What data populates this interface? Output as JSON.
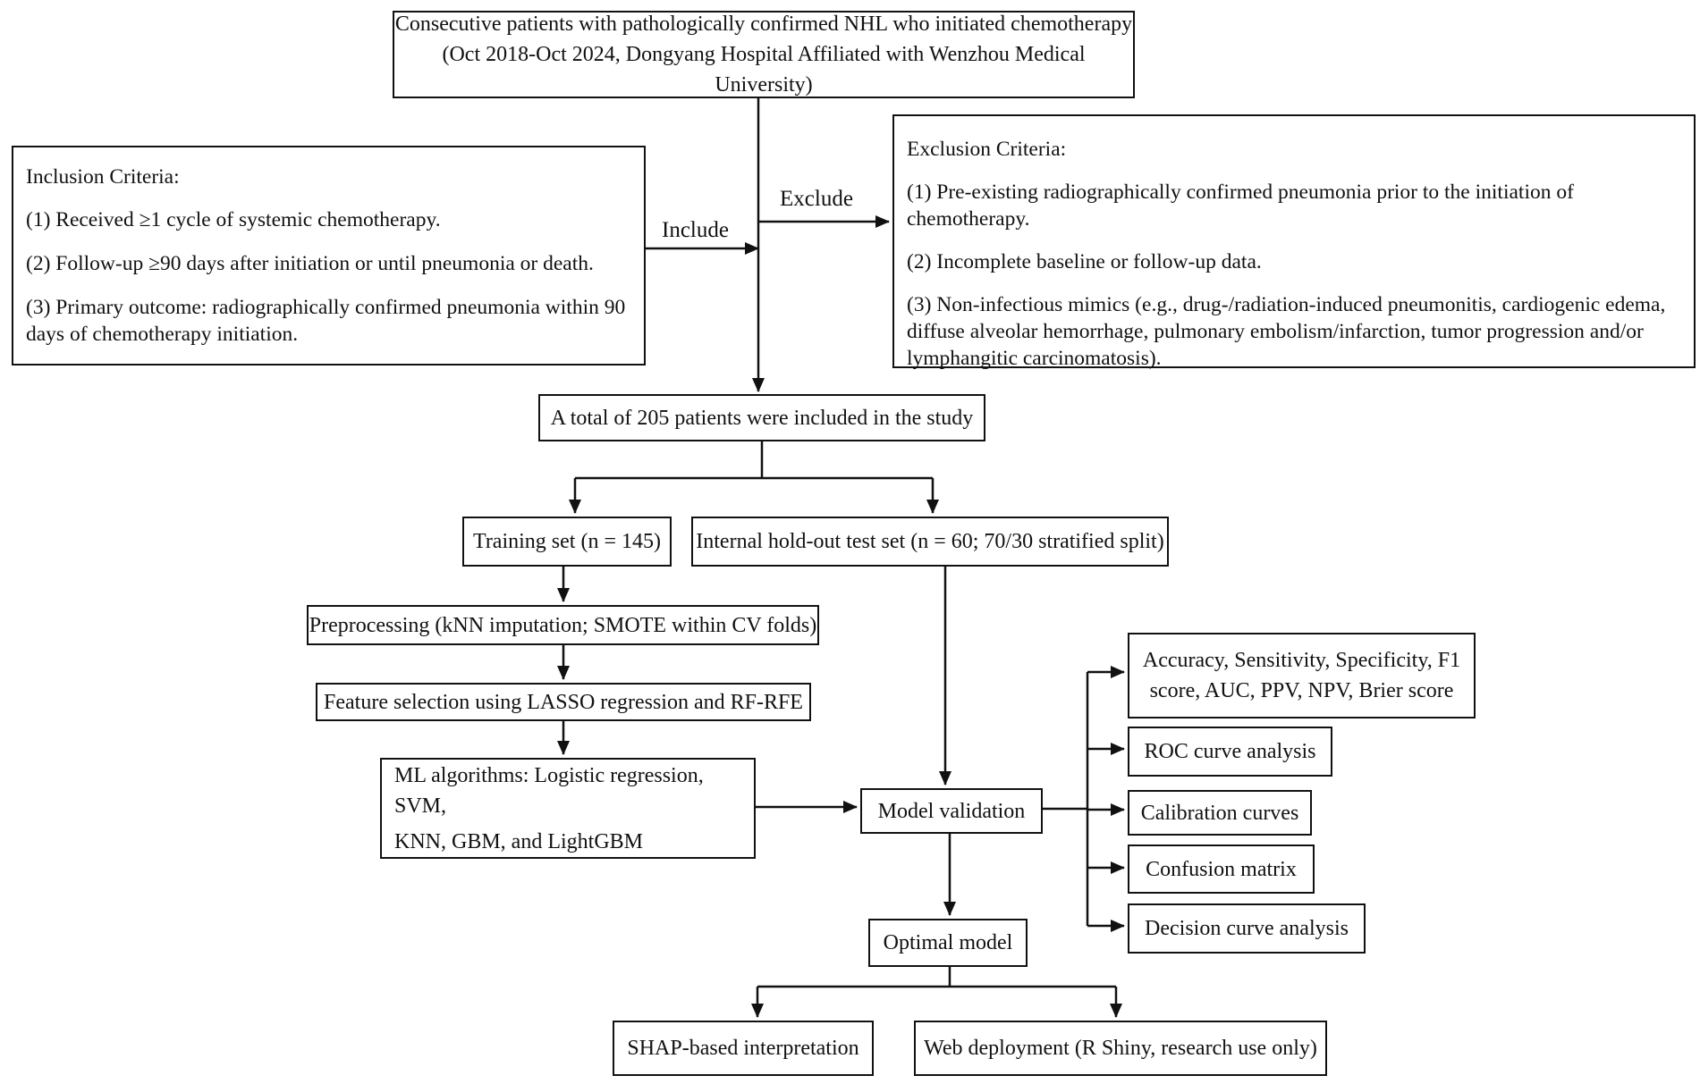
{
  "top": {
    "line1": "Consecutive patients with pathologically confirmed NHL who initiated chemotherapy",
    "line2": "(Oct 2018-Oct 2024, Dongyang Hospital Affiliated with Wenzhou Medical University)"
  },
  "inclusion": {
    "title": "Inclusion Criteria:",
    "items": [
      "(1) Received ≥1 cycle of systemic chemotherapy.",
      "(2) Follow-up ≥90 days after initiation or until pneumonia or death.",
      "(3) Primary outcome: radiographically confirmed pneumonia within 90 days of chemotherapy initiation."
    ]
  },
  "exclusion": {
    "title": "Exclusion Criteria:",
    "items": [
      "(1) Pre-existing radiographically confirmed pneumonia prior to the initiation of chemotherapy.",
      "(2) Incomplete baseline or follow-up data.",
      "(3) Non-infectious mimics (e.g., drug-/radiation-induced pneumonitis, cardiogenic edema, diffuse alveolar hemorrhage, pulmonary embolism/infarction, tumor progression and/or lymphangitic carcinomatosis)."
    ]
  },
  "labels": {
    "include": "Include",
    "exclude": "Exclude"
  },
  "total": "A total of 205 patients were included in the study",
  "training": "Training set (n = 145)",
  "test": "Internal hold-out test set (n = 60; 70/30 stratified split)",
  "preprocessing": "Preprocessing (kNN imputation; SMOTE within CV folds)",
  "feature_selection": "Feature selection using LASSO regression and RF-RFE",
  "ml": {
    "line1": "ML algorithms: Logistic regression, SVM,",
    "line2": "KNN, GBM, and LightGBM"
  },
  "validation": "Model validation",
  "metrics": {
    "line1": "Accuracy, Sensitivity, Specificity, F1",
    "line2": "score, AUC, PPV, NPV, Brier score"
  },
  "roc": "ROC curve analysis",
  "calibration": "Calibration curves",
  "confusion": "Confusion matrix",
  "decision": "Decision curve analysis",
  "optimal": "Optimal model",
  "shap": "SHAP-based interpretation",
  "web": "Web deployment (R Shiny, research use only)"
}
